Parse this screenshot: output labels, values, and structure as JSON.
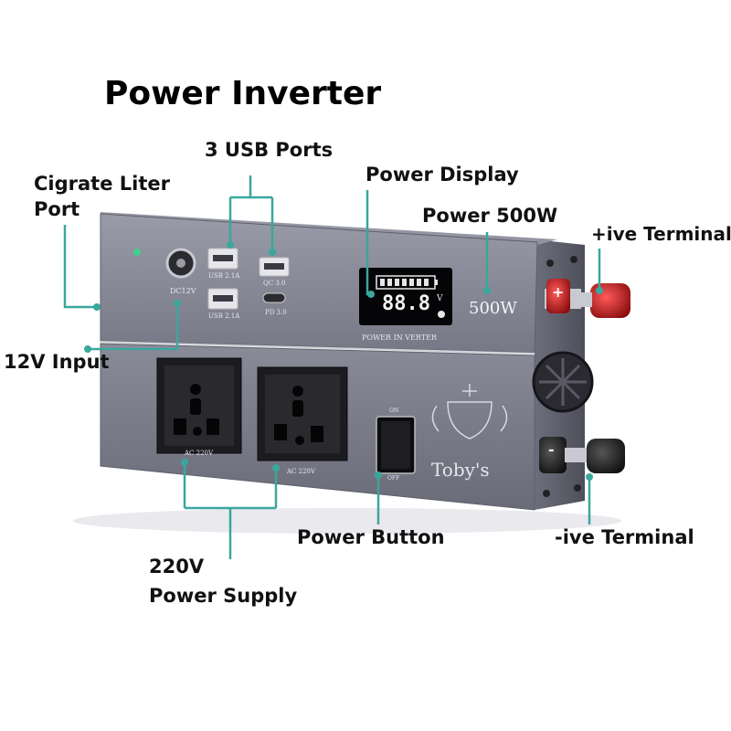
{
  "title": "Power Inverter",
  "labels": {
    "usb_ports": "3 USB Ports",
    "power_display": "Power Display",
    "cigarette_port_line1": "Cigrate Liter",
    "cigarette_port_line2": "Port",
    "power_500w": "Power 500W",
    "pos_terminal": "+ive Terminal",
    "input_12v": "12V Input",
    "power_button": "Power Button",
    "neg_terminal": "-ive Terminal",
    "supply_line1": "220V",
    "supply_line2": "Power Supply"
  },
  "device_print": {
    "dc12v": "DC12V",
    "usb_a_1": "USB 2.1A",
    "usb_a_2": "USB 2.1A",
    "qc": "QC 3.0",
    "pd": "PD 3.0",
    "display_digits": "88.8",
    "display_unit": "V",
    "wattage": "500W",
    "panel_text": "POWER IN VERTER",
    "switch_on": "ON",
    "switch_off": "OFF",
    "socket_1": "AC 220V",
    "socket_2": "AC 220V",
    "brand": "Toby's",
    "pos_sign": "+",
    "neg_sign": "-"
  },
  "colors": {
    "leader_line": "#3aa79d",
    "body_gray": "#8a8b98",
    "terminal_red": "#c41c1c"
  }
}
